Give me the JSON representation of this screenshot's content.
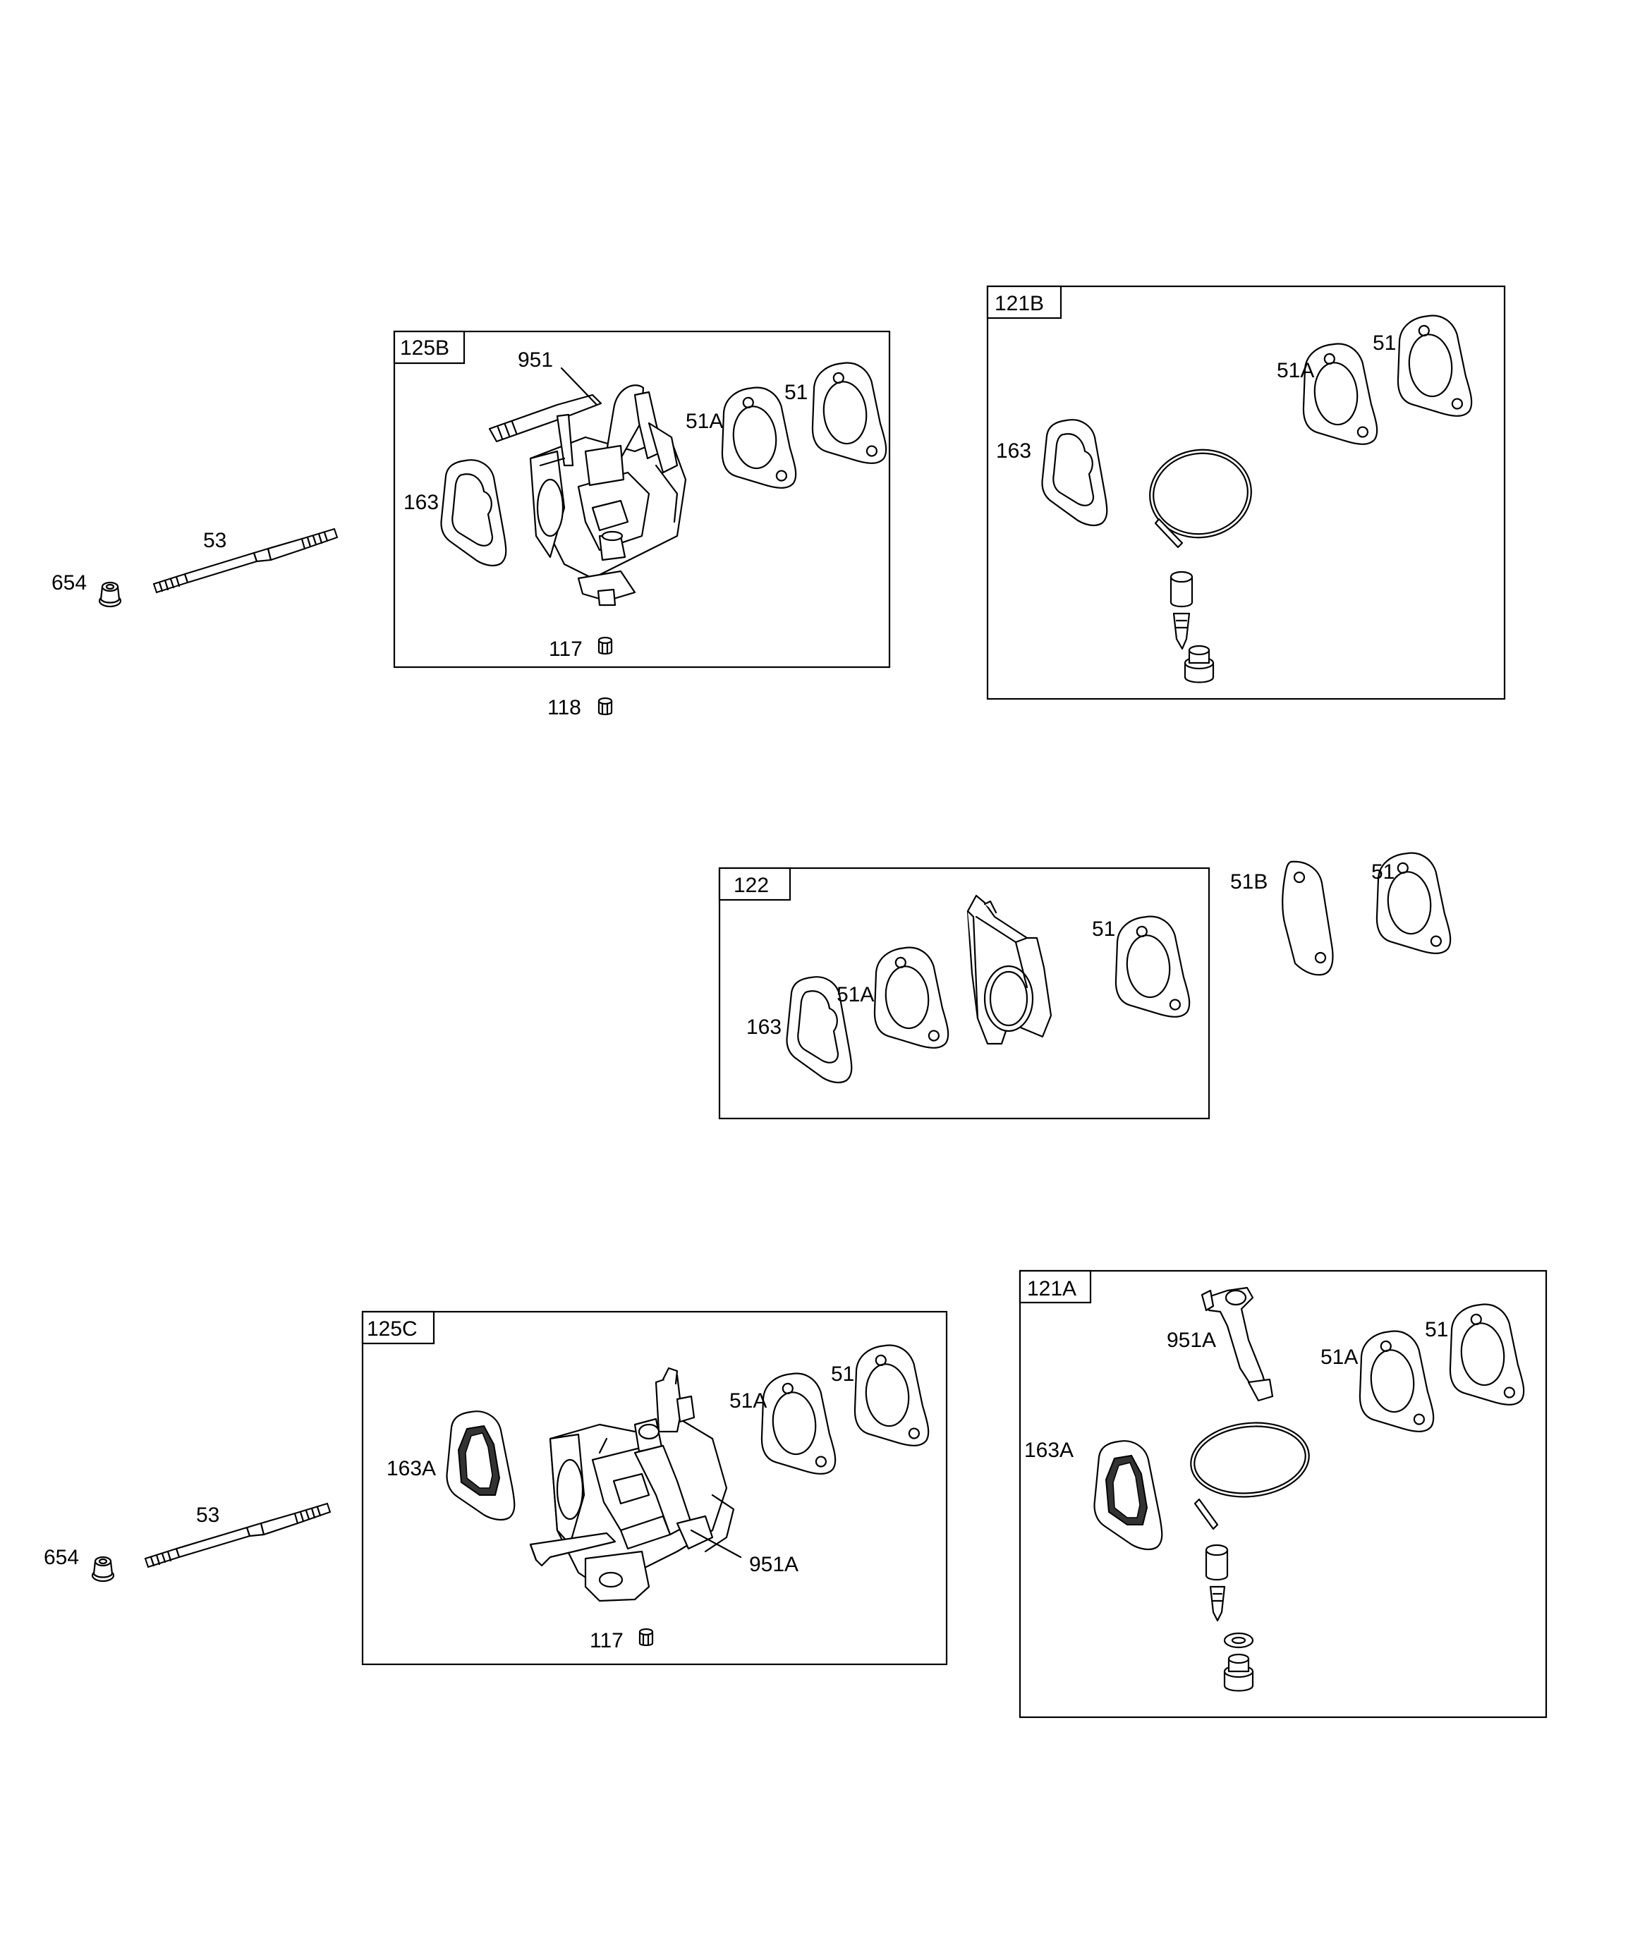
{
  "assemblies": {
    "a125B": {
      "tag": "125B",
      "labels": {
        "l951": "951",
        "l51A": "51A",
        "l51": "51",
        "l163": "163",
        "l117": "117"
      }
    },
    "a121B": {
      "tag": "121B",
      "labels": {
        "l51A": "51A",
        "l51": "51",
        "l163": "163"
      }
    },
    "a122": {
      "tag": "122",
      "labels": {
        "l51A": "51A",
        "l51": "51",
        "l163": "163"
      }
    },
    "a125C": {
      "tag": "125C",
      "labels": {
        "l51A": "51A",
        "l51": "51",
        "l163A": "163A",
        "l951A": "951A",
        "l117": "117"
      }
    },
    "a121A": {
      "tag": "121A",
      "labels": {
        "l951A": "951A",
        "l51A": "51A",
        "l51": "51",
        "l163A": "163A"
      }
    }
  },
  "loose": {
    "top": {
      "l53": "53",
      "l654": "654",
      "l118": "118"
    },
    "middle": {
      "l51B": "51B",
      "l51": "51"
    },
    "bottom": {
      "l53": "53",
      "l654": "654"
    }
  }
}
